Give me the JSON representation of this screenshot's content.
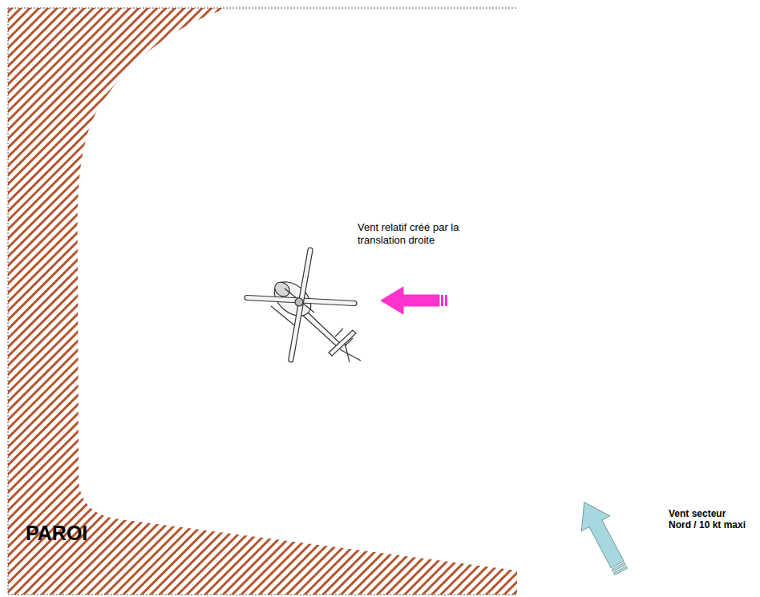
{
  "diagram": {
    "labels": [
      "Vent relatif créé par la translation droite",
      "PAROI",
      "Vent secteur Nord / 10 kt maxi"
    ]
  }
}
